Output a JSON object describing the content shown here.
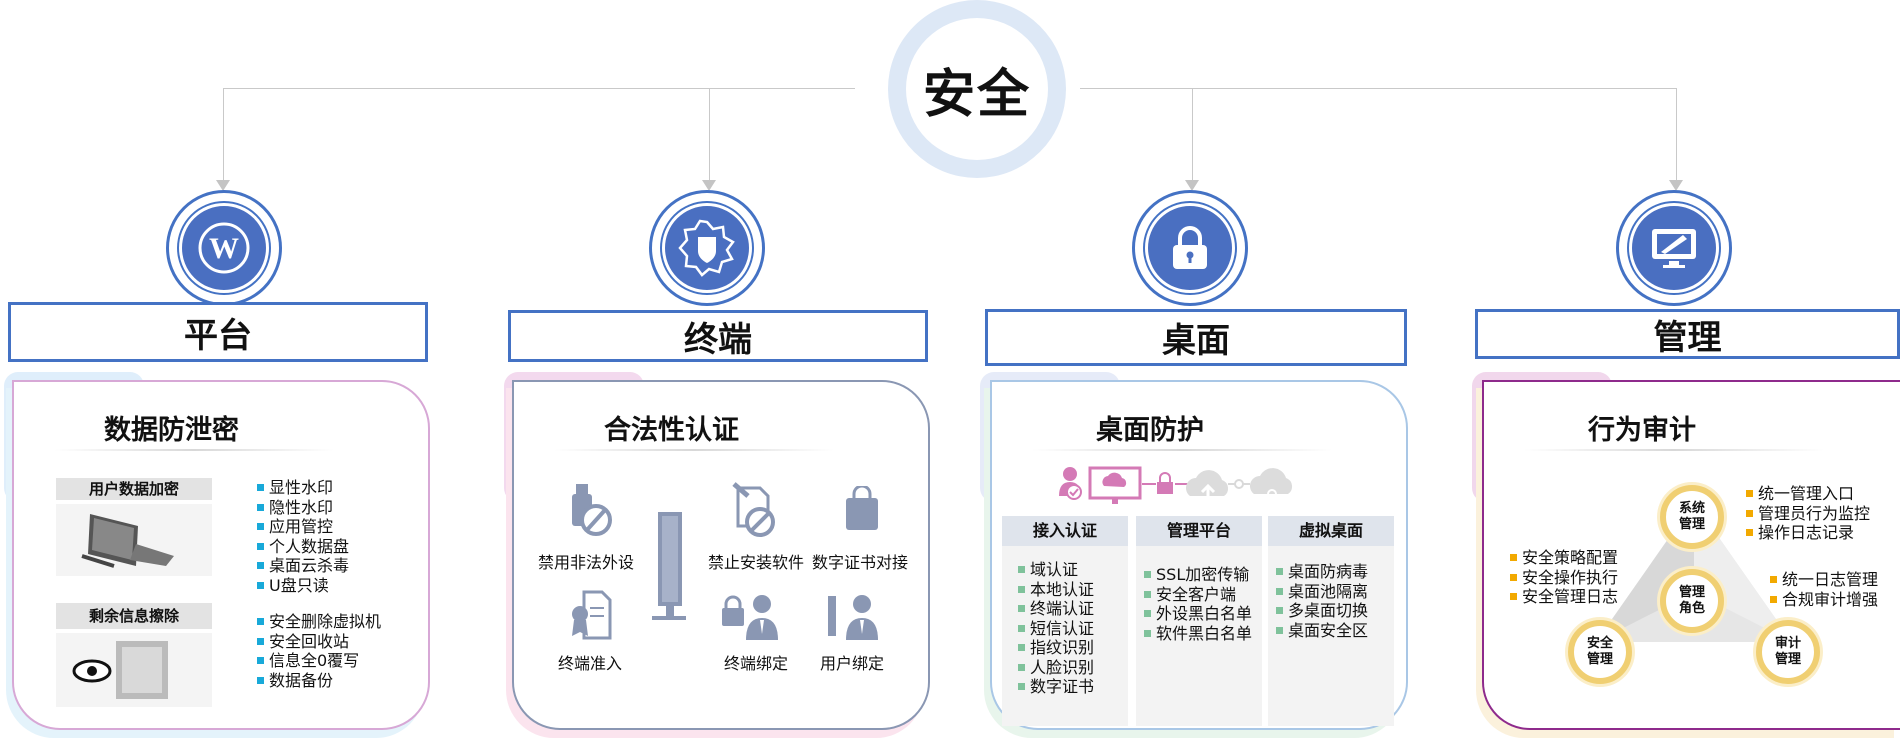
{
  "root": {
    "label": "安全"
  },
  "colors": {
    "accent": "#4472c4",
    "connector": "#c9c9c9",
    "list_cyan": "#18a9d9",
    "list_green": "#7fc29b",
    "list_gold": "#f2a900"
  },
  "columns": [
    {
      "icon": "wordpress-icon",
      "header": "平台",
      "title": "数据防泄密",
      "sections": [
        {
          "tag": "用户数据加密",
          "items": [
            "显性水印",
            "隐性水印",
            "应用管控",
            "个人数据盘",
            "桌面云杀毒",
            "U盘只读"
          ]
        },
        {
          "tag": "剩余信息擦除",
          "items": [
            "安全删除虚拟机",
            "安全回收站",
            "信息全0覆写",
            "数据备份"
          ]
        }
      ]
    },
    {
      "icon": "shield-badge-icon",
      "header": "终端",
      "title": "合法性认证",
      "labels": [
        "禁用非法外设",
        "禁止安装软件",
        "数字证书对接",
        "终端准入",
        "终端绑定",
        "用户绑定"
      ]
    },
    {
      "icon": "lock-icon",
      "header": "桌面",
      "title": "桌面防护",
      "cols": [
        {
          "header": "接入认证",
          "items": [
            "域认证",
            "本地认证",
            "终端认证",
            "短信认证",
            "指纹识别",
            "人脸识别",
            "数字证书"
          ]
        },
        {
          "header": "管理平台",
          "items": [
            "SSL加密传输",
            "安全客户端",
            "外设黑白名单",
            "软件黑白名单"
          ]
        },
        {
          "header": "虚拟桌面",
          "items": [
            "桌面防病毒",
            "桌面池隔离",
            "多桌面切换",
            "桌面安全区"
          ]
        }
      ]
    },
    {
      "icon": "monitor-edit-icon",
      "header": "管理",
      "title": "行为审计",
      "nodes": {
        "top": "系统\n管理",
        "center": "管理\n角色",
        "left": "安全\n管理",
        "right": "审计\n管理"
      },
      "list_top_right": [
        "统一管理入口",
        "管理员行为监控",
        "操作日志记录"
      ],
      "list_left": [
        "安全策略配置",
        "安全操作执行",
        "安全管理日志"
      ],
      "list_right": [
        "统一日志管理",
        "合规审计增强"
      ]
    }
  ]
}
